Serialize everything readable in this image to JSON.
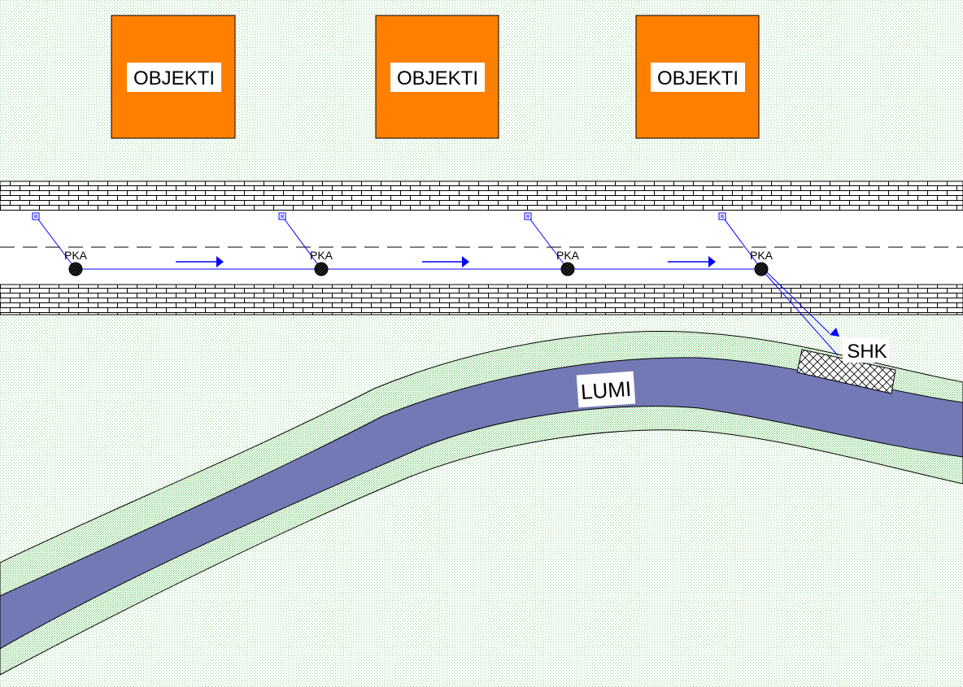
{
  "diagram": {
    "buildings": [
      {
        "label": "OBJEKTI"
      },
      {
        "label": "OBJEKTI"
      },
      {
        "label": "OBJEKTI"
      }
    ],
    "manholes": [
      {
        "label": "PKA"
      },
      {
        "label": "PKA"
      },
      {
        "label": "PKA"
      },
      {
        "label": "PKA"
      }
    ],
    "river_label": "LUMI",
    "outlet_label": "SHK",
    "colors": {
      "building_fill": "#FF8000",
      "river_fill": "#7279B5",
      "pipe_line": "#0000FF",
      "grass_dots": "#7FD07F",
      "pavement_line": "#000000"
    }
  }
}
